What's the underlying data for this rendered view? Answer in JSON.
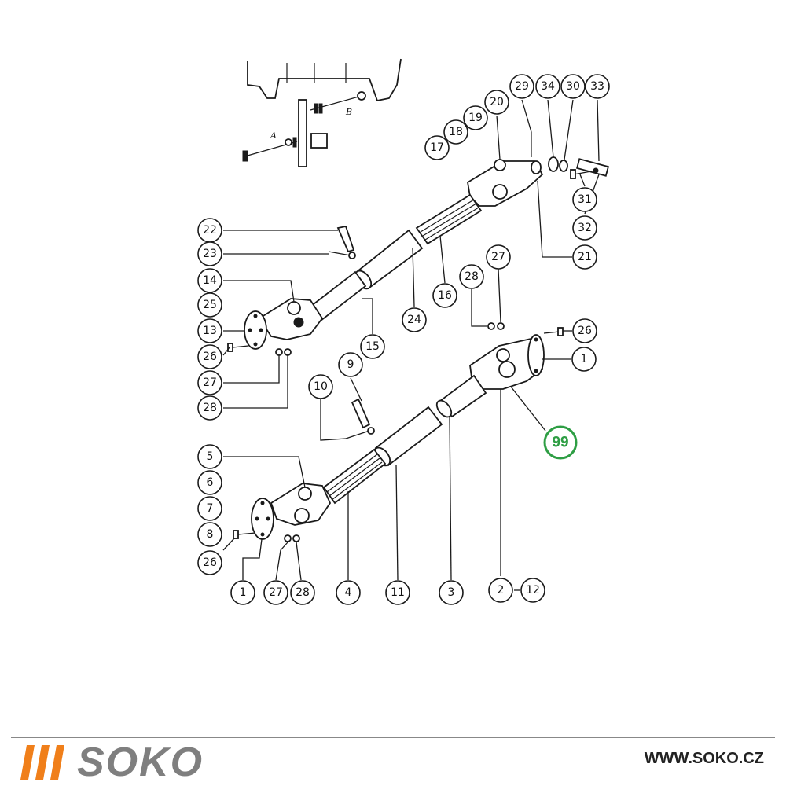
{
  "diagram": {
    "view_letters": [
      "A",
      "B"
    ],
    "callouts": [
      {
        "id": "c29",
        "label": "29"
      },
      {
        "id": "c34",
        "label": "34"
      },
      {
        "id": "c30",
        "label": "30"
      },
      {
        "id": "c33",
        "label": "33"
      },
      {
        "id": "c20",
        "label": "20"
      },
      {
        "id": "c19",
        "label": "19"
      },
      {
        "id": "c18",
        "label": "18"
      },
      {
        "id": "c17",
        "label": "17"
      },
      {
        "id": "c31",
        "label": "31"
      },
      {
        "id": "c32",
        "label": "32"
      },
      {
        "id": "c21",
        "label": "21"
      },
      {
        "id": "c22",
        "label": "22"
      },
      {
        "id": "c23",
        "label": "23"
      },
      {
        "id": "c14",
        "label": "14"
      },
      {
        "id": "c25",
        "label": "25"
      },
      {
        "id": "c13",
        "label": "13"
      },
      {
        "id": "c26a",
        "label": "26"
      },
      {
        "id": "c27a",
        "label": "27"
      },
      {
        "id": "c28a",
        "label": "28"
      },
      {
        "id": "c24",
        "label": "24"
      },
      {
        "id": "c16",
        "label": "16"
      },
      {
        "id": "c15",
        "label": "15"
      },
      {
        "id": "c27b",
        "label": "27"
      },
      {
        "id": "c28b",
        "label": "28"
      },
      {
        "id": "c26b",
        "label": "26"
      },
      {
        "id": "c1a",
        "label": "1"
      },
      {
        "id": "c9",
        "label": "9"
      },
      {
        "id": "c10",
        "label": "10"
      },
      {
        "id": "c5",
        "label": "5"
      },
      {
        "id": "c6",
        "label": "6"
      },
      {
        "id": "c7",
        "label": "7"
      },
      {
        "id": "c8",
        "label": "8"
      },
      {
        "id": "c26c",
        "label": "26"
      },
      {
        "id": "c1b",
        "label": "1"
      },
      {
        "id": "c27c",
        "label": "27"
      },
      {
        "id": "c28c",
        "label": "28"
      },
      {
        "id": "c4",
        "label": "4"
      },
      {
        "id": "c11",
        "label": "11"
      },
      {
        "id": "c3",
        "label": "3"
      },
      {
        "id": "c2",
        "label": "2"
      },
      {
        "id": "c12",
        "label": "12"
      }
    ],
    "highlight": {
      "label": "99",
      "color": "#2e9e44"
    },
    "line_color": "#1a1a1a"
  },
  "footer": {
    "brand": "SOKO",
    "brand_accent_color": "#f07f1a",
    "brand_text_color": "#7f7f7f",
    "url": "WWW.SOKO.CZ"
  }
}
